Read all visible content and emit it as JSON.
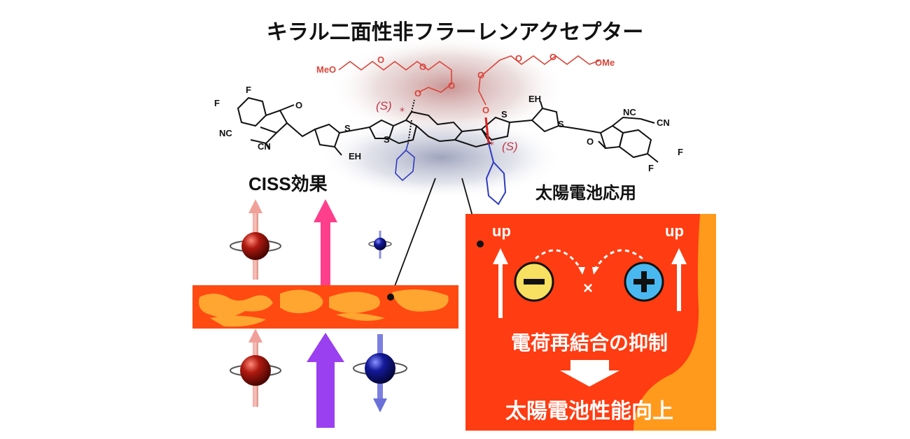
{
  "title": "キラル二面性非フラーレンアクセプター",
  "molecule": {
    "meo": "MeO",
    "ome": "OMe",
    "o": "O",
    "f": "F",
    "nc": "NC",
    "cn": "CN",
    "s": "S",
    "eh": "EH",
    "stereo_s": "(S)",
    "chiral_star": "*"
  },
  "ciss": {
    "label": "CISS効果"
  },
  "solar": {
    "label": "太陽電池応用",
    "up": "up",
    "minus": "−",
    "plus": "+",
    "cross": "×",
    "suppression": "電荷再結合の抑制",
    "improvement": "太陽電池性能向上"
  },
  "colors": {
    "panel_red": "#ff3c12",
    "panel_orange": "#ff9a1c",
    "chain_red": "#d9453a",
    "phenyl_blue": "#2d3cc0",
    "pink_arrow": "#ff3f8c",
    "purple_arrow": "#9a40f0"
  }
}
